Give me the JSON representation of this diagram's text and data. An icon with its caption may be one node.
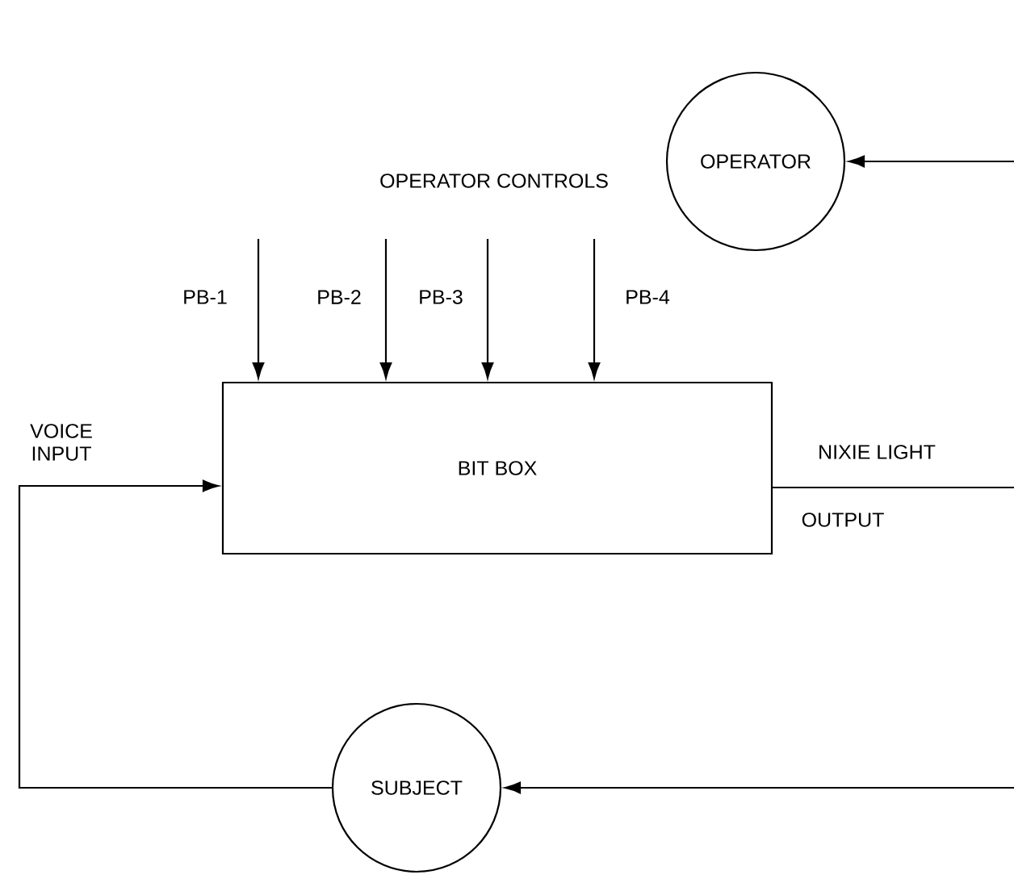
{
  "diagram": {
    "nodes": [
      {
        "text": [
          "OPERATOR"
        ]
      },
      {
        "text": [
          "BIT BOX"
        ]
      },
      {
        "text": [
          "SUBJECT"
        ]
      }
    ],
    "edges": [
      {
        "from": null,
        "to": 0,
        "arrow": "to"
      },
      {
        "from": 1,
        "to": null,
        "arrow": "none"
      },
      {
        "from": null,
        "to": 2,
        "arrow": "to"
      },
      {
        "from": 2,
        "to": 1,
        "arrow": "to",
        "label": "VOICE INPUT"
      },
      {
        "from": null,
        "to": 1,
        "arrow": "to",
        "label": "PB-1"
      },
      {
        "from": null,
        "to": 1,
        "arrow": "to",
        "label": "PB-2"
      },
      {
        "from": null,
        "to": 1,
        "arrow": "to",
        "label": "PB-3"
      },
      {
        "from": null,
        "to": 1,
        "arrow": "to",
        "label": "PB-4"
      }
    ],
    "labels": [
      "OPERATOR CONTROLS",
      "NIXIE LIGHT",
      "OUTPUT"
    ]
  }
}
